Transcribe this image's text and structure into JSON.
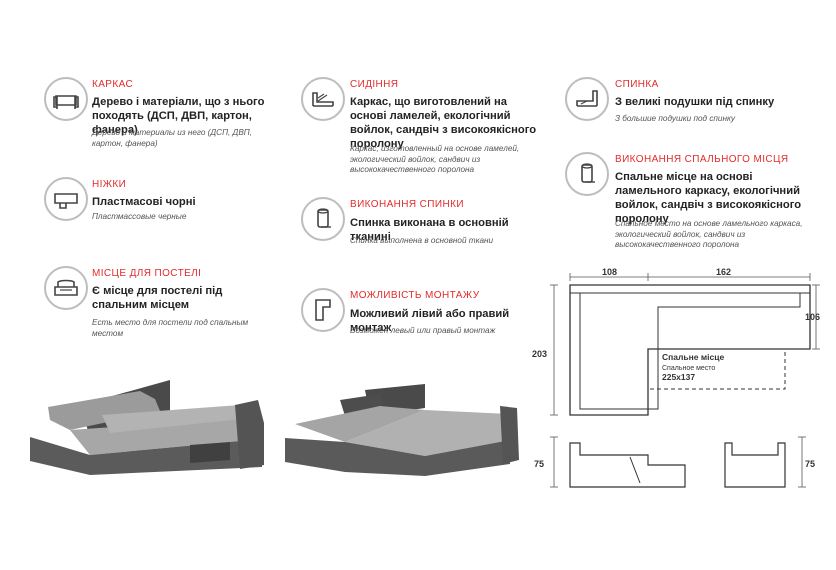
{
  "features": [
    {
      "id": "karkas",
      "icon": "sofa-icon",
      "title": "КАРКАС",
      "main": "Дерево і матеріали, що з нього походять (ДСП, ДВП, картон, фанера)",
      "sub": "Дерево и материалы из него (ДСП, ДВП, картон, фанера)"
    },
    {
      "id": "nizhky",
      "icon": "leg-icon",
      "title": "НІЖКИ",
      "main": "Пластмасові чорні",
      "sub": "Пластмассовые черные"
    },
    {
      "id": "mistse",
      "icon": "storage-box-icon",
      "title": "МІСЦЕ ДЛЯ ПОСТЕЛІ",
      "main": "Є місце для постелі під спальним місцем",
      "sub": "Есть место для постели под спальным местом"
    },
    {
      "id": "sydinnia",
      "icon": "seat-layers-icon",
      "title": "СИДІННЯ",
      "main": "Каркас, що виготовлений на основі ламелей, екологічний войлок, сандвіч з високоякісного поролону",
      "sub": "Каркас, изготовленный на основе ламелей, экологический войлок, сандвич из высококачественного поролона"
    },
    {
      "id": "spynka_vykon",
      "icon": "fabric-roll-icon",
      "title": "ВИКОНАННЯ СПИНКИ",
      "main": "Спинка виконана в основній тканині",
      "sub": "Спинка выполнена в основной ткани"
    },
    {
      "id": "montazh",
      "icon": "corner-mount-icon",
      "title": "МОЖЛИВІСТЬ МОНТАЖУ",
      "main": "Можливий лівий або правий монтаж",
      "sub": "Возможен левый или правый монтаж"
    },
    {
      "id": "spynka",
      "icon": "backrest-icon",
      "title": "СПИНКА",
      "main": "З великі подушки під спинку",
      "sub": "З большие подушки под спинку"
    },
    {
      "id": "spalne",
      "icon": "fabric-roll-icon",
      "title": "ВИКОНАННЯ СПАЛЬНОГО МІСЦЯ",
      "main": "Спальне місце на основі ламельного каркасу, екологічний войлок, сандвіч з високоякісного поролону",
      "sub": "Спальное место на основе ламельного каркаса, экологический войлок, сандвич из высококачественного поролона"
    }
  ],
  "scheme": {
    "top_width_left": "108",
    "top_width_right": "162",
    "right_depth": "106",
    "total_depth": "203",
    "bed_label": "Спальне місце",
    "bed_label_ru": "Спальное место",
    "bed_size": "225x137",
    "side_height_left": "75",
    "side_height_right": "75"
  },
  "colors": {
    "accent": "#e32b2b",
    "icon_border": "#bdbdbd",
    "upholstery_dark": "#5a5a5a",
    "upholstery_light": "#a9a9a9"
  }
}
